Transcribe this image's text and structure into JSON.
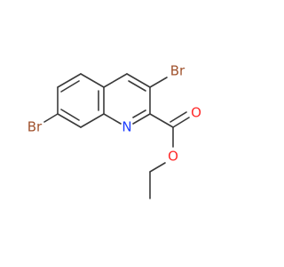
{
  "molecule": {
    "atoms": {
      "br3": {
        "symbol": "Br",
        "color": "#a0522d"
      },
      "br7": {
        "symbol": "Br",
        "color": "#a0522d"
      },
      "n1": {
        "symbol": "N",
        "color": "#1f3fff"
      },
      "o_carbonyl": {
        "symbol": "O",
        "color": "#ff2a2a"
      },
      "o_ester": {
        "symbol": "O",
        "color": "#ff2a2a"
      }
    },
    "bond_color": "#3a3a3a"
  }
}
